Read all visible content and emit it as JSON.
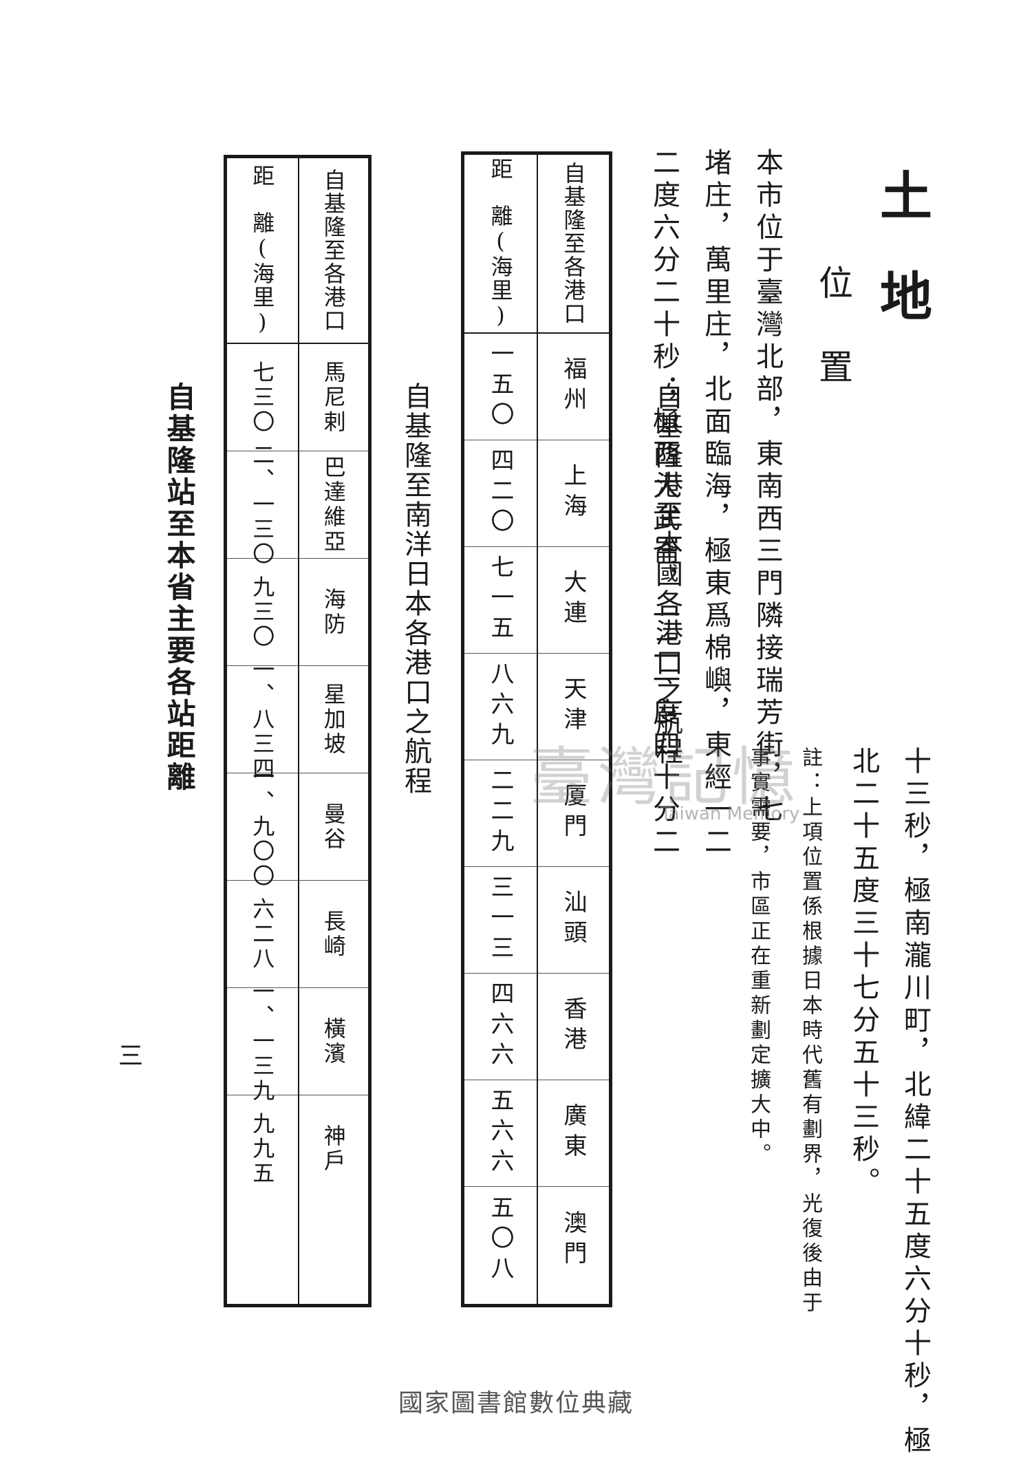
{
  "heading": "土地",
  "subheading": "位置",
  "paragraph_lines": [
    "本市位于臺灣北部，東南西三門隣接瑞芳街，七",
    "堵庄，萬里庄，北面臨海，極東爲棉嶼，東經一二",
    "二度六分二十秒；極西大武崙，一二一度四十分二",
    "十三秒，極南瀧川町，北緯二十五度六分十秒，極",
    "北二十五度三十七分五十三秒。"
  ],
  "note_lines": [
    "註：上項位置係根據日本時代舊有劃界，光復後由于",
    "事實需要，市區正在重新劃定擴大中。"
  ],
  "tables": [
    {
      "caption": "自基隆港至本國各港口之航程",
      "header_route": "自基隆至各港口",
      "header_distance": "距　離(海里)",
      "ports": [
        "福州",
        "上海",
        "大連",
        "天津",
        "厦門",
        "汕頭",
        "香港",
        "廣東",
        "澳門"
      ],
      "distances": [
        "一五〇",
        "四二〇",
        "七一五",
        "八六九",
        "二二九",
        "三一三",
        "四六六",
        "五六六",
        "五〇八"
      ]
    },
    {
      "caption": "自基隆至南洋日本各港口之航程",
      "header_route": "自基隆至各港口",
      "header_distance": "距　離(海里)",
      "ports": [
        "馬尼剌",
        "巴達維亞",
        "海防",
        "星加坡",
        "曼谷",
        "長崎",
        "橫濱",
        "神戶"
      ],
      "distances": [
        "七三〇",
        "二、一三〇",
        "九三〇",
        "一、八三四",
        "一、九〇〇",
        "六二八",
        "一、一三九",
        "九九五"
      ]
    }
  ],
  "caption_railway": "自基隆站至本省主要各站距離",
  "page_number": "三",
  "watermark": {
    "main": "臺灣記憶",
    "sub": "Taiwan Memory"
  },
  "footer": "國家圖書館數位典藏"
}
